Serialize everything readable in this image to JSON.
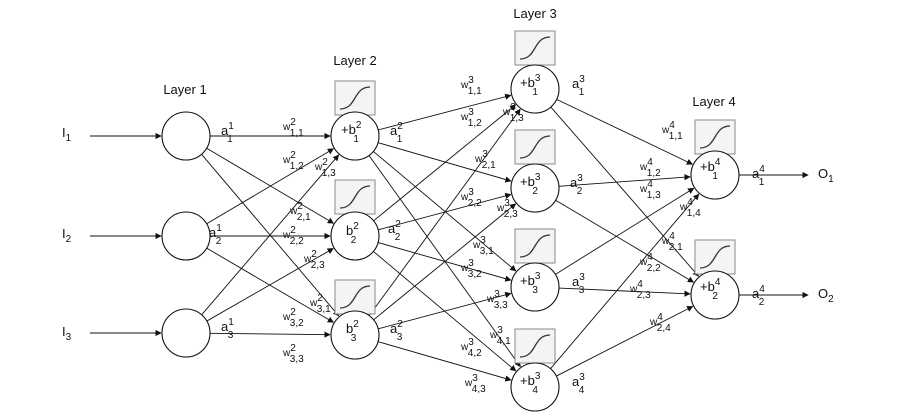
{
  "layers": [
    "Layer 1",
    "Layer 2",
    "Layer 3",
    "Layer 4"
  ],
  "inputs": [
    {
      "base": "I",
      "sub": "1"
    },
    {
      "base": "I",
      "sub": "2"
    },
    {
      "base": "I",
      "sub": "3"
    }
  ],
  "outputs": [
    {
      "base": "O",
      "sub": "1"
    },
    {
      "base": "O",
      "sub": "2"
    }
  ],
  "node_labels": {
    "l2": [
      {
        "base": "+b",
        "sup": "2",
        "sub": "1"
      },
      {
        "base": "b",
        "sup": "2",
        "sub": "2"
      },
      {
        "base": "b",
        "sup": "2",
        "sub": "3"
      }
    ],
    "l3": [
      {
        "base": "+b",
        "sup": "3",
        "sub": "1"
      },
      {
        "base": "+b",
        "sup": "3",
        "sub": "2"
      },
      {
        "base": "+b",
        "sup": "3",
        "sub": "3"
      },
      {
        "base": "+b",
        "sup": "3",
        "sub": "4"
      }
    ],
    "l4": [
      {
        "base": "+b",
        "sup": "4",
        "sub": "1"
      },
      {
        "base": "+b",
        "sup": "4",
        "sub": "2"
      }
    ]
  },
  "activations": {
    "l1": [
      {
        "base": "a",
        "sup": "1",
        "sub": "1"
      },
      {
        "base": "a",
        "sup": "1",
        "sub": "2"
      },
      {
        "base": "a",
        "sup": "1",
        "sub": "3"
      }
    ],
    "l2": [
      {
        "base": "a",
        "sup": "2",
        "sub": "1"
      },
      {
        "base": "a",
        "sup": "2",
        "sub": "2"
      },
      {
        "base": "a",
        "sup": "2",
        "sub": "3"
      }
    ],
    "l3": [
      {
        "base": "a",
        "sup": "3",
        "sub": "1"
      },
      {
        "base": "a",
        "sup": "3",
        "sub": "2"
      },
      {
        "base": "a",
        "sup": "3",
        "sub": "3"
      },
      {
        "base": "a",
        "sup": "3",
        "sub": "4"
      }
    ],
    "l4": [
      {
        "base": "a",
        "sup": "4",
        "sub": "1"
      },
      {
        "base": "a",
        "sup": "4",
        "sub": "2"
      }
    ]
  },
  "weights": [
    {
      "base": "w",
      "sup": "2",
      "sub": "1,1"
    },
    {
      "base": "w",
      "sup": "2",
      "sub": "1,2"
    },
    {
      "base": "w",
      "sup": "2",
      "sub": "1,3"
    },
    {
      "base": "w",
      "sup": "2",
      "sub": "2,1"
    },
    {
      "base": "w",
      "sup": "2",
      "sub": "2,2"
    },
    {
      "base": "w",
      "sup": "2",
      "sub": "2,3"
    },
    {
      "base": "w",
      "sup": "2",
      "sub": "3,1"
    },
    {
      "base": "w",
      "sup": "2",
      "sub": "3,2"
    },
    {
      "base": "w",
      "sup": "2",
      "sub": "3,3"
    },
    {
      "base": "w",
      "sup": "3",
      "sub": "1,1"
    },
    {
      "base": "w",
      "sup": "3",
      "sub": "1,2"
    },
    {
      "base": "w",
      "sup": "3",
      "sub": "1,3"
    },
    {
      "base": "w",
      "sup": "3",
      "sub": "2,1"
    },
    {
      "base": "w",
      "sup": "3",
      "sub": "2,2"
    },
    {
      "base": "w",
      "sup": "3",
      "sub": "2,3"
    },
    {
      "base": "w",
      "sup": "3",
      "sub": "3,1"
    },
    {
      "base": "w",
      "sup": "3",
      "sub": "3,2"
    },
    {
      "base": "w",
      "sup": "3",
      "sub": "3,3"
    },
    {
      "base": "w",
      "sup": "3",
      "sub": "4,1"
    },
    {
      "base": "w",
      "sup": "3",
      "sub": "4,2"
    },
    {
      "base": "w",
      "sup": "3",
      "sub": "4,3"
    },
    {
      "base": "w",
      "sup": "4",
      "sub": "1,1"
    },
    {
      "base": "w",
      "sup": "4",
      "sub": "1,2"
    },
    {
      "base": "w",
      "sup": "4",
      "sub": "1,3"
    },
    {
      "base": "w",
      "sup": "4",
      "sub": "1,4"
    },
    {
      "base": "w",
      "sup": "4",
      "sub": "2,1"
    },
    {
      "base": "w",
      "sup": "4",
      "sub": "2,2"
    },
    {
      "base": "w",
      "sup": "4",
      "sub": "2,3"
    },
    {
      "base": "w",
      "sup": "4",
      "sub": "2,4"
    }
  ],
  "activation_icon": "sigmoid-icon"
}
